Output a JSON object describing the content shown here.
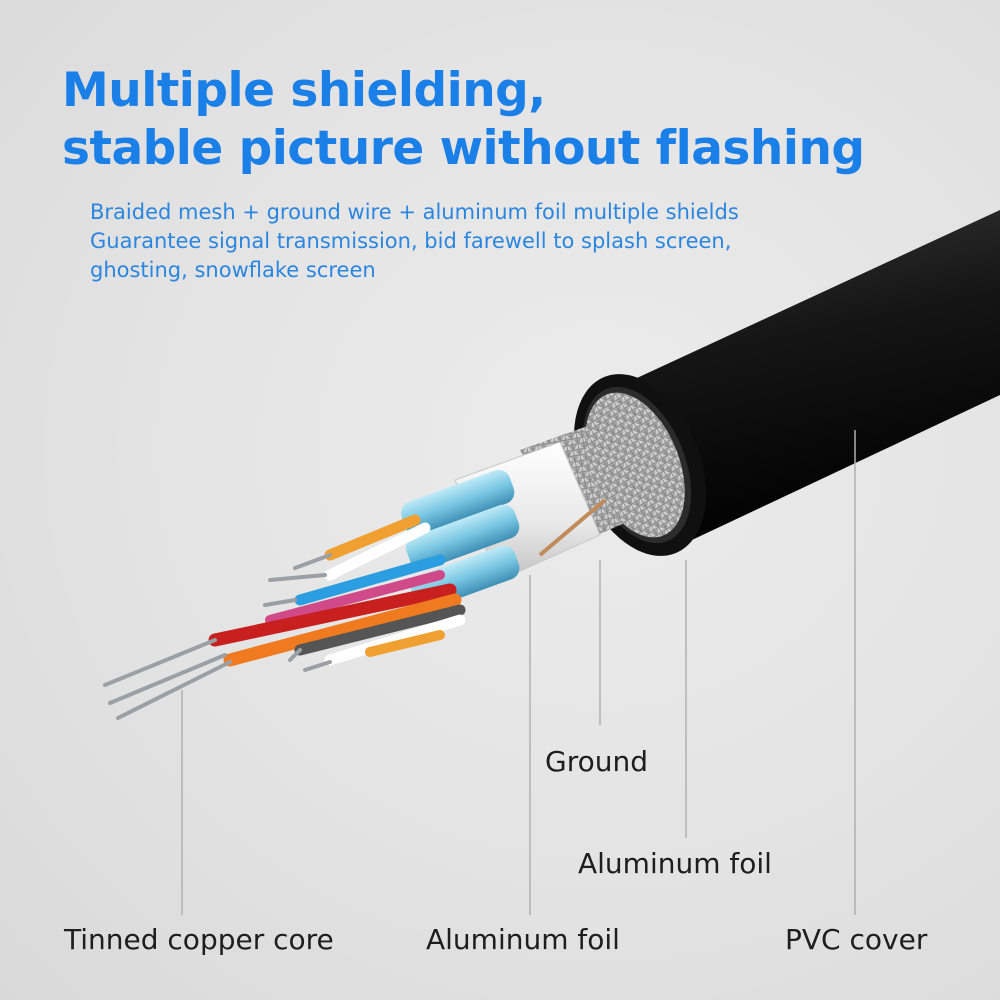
{
  "headline": {
    "line1": "Multiple shielding,",
    "line2": "stable picture without flashing"
  },
  "description": {
    "line1": "Braided mesh + ground wire + aluminum foil multiple shields",
    "line2": "Guarantee signal transmission, bid farewell to splash screen,",
    "line3": "ghosting, snowflake screen"
  },
  "labels": {
    "ground": "Ground",
    "aluminum_foil_upper": "Aluminum foil",
    "tinned_copper_core": "Tinned copper core",
    "aluminum_foil_lower": "Aluminum foil",
    "pvc_cover": "PVC cover"
  },
  "colors": {
    "headline": "#1a7fe6",
    "description": "#2a86e0",
    "label_text": "#1e1e1e",
    "cable_jacket": "#1b1b1b",
    "inner_foil": "#8fd3ea"
  }
}
